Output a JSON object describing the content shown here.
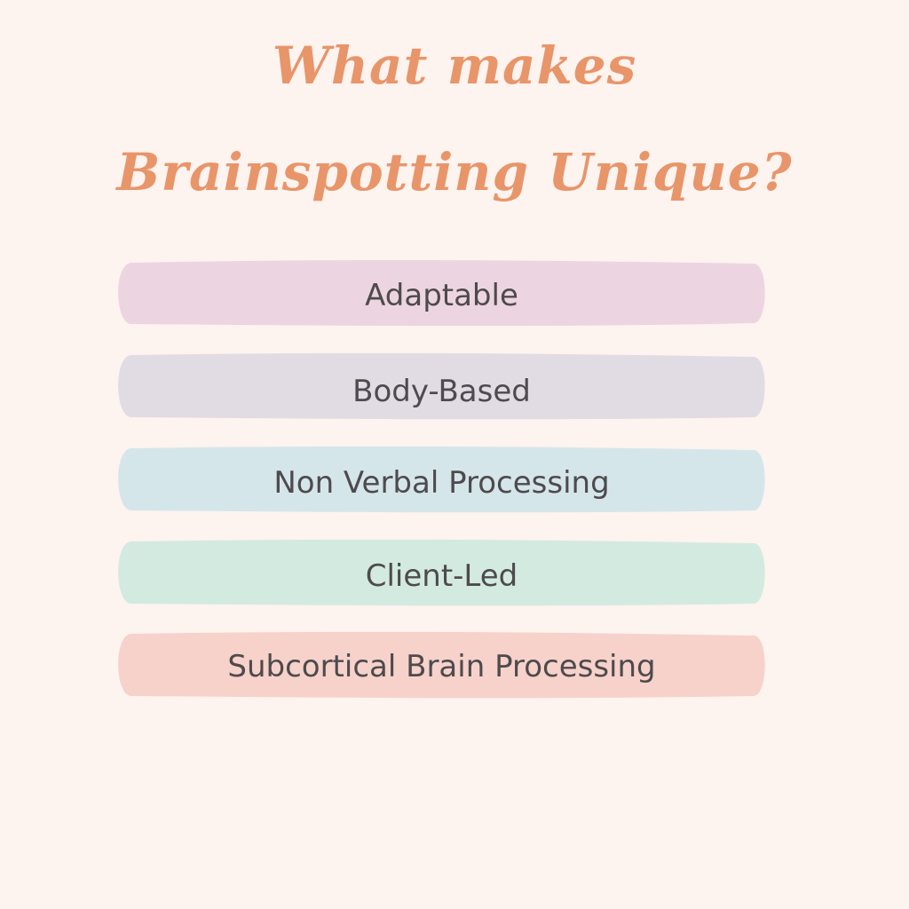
{
  "title": {
    "line1": "What makes",
    "line2": "Brainspotting Unique?"
  },
  "items": [
    {
      "label": "Adaptable",
      "color": "#ecd5e0"
    },
    {
      "label": "Body-Based",
      "color": "#e1dbe3"
    },
    {
      "label": "Non Verbal Processing",
      "color": "#d5e6ea"
    },
    {
      "label": "Client-Led",
      "color": "#d3eae1"
    },
    {
      "label": "Subcortical Brain Processing",
      "color": "#f6d2ca"
    }
  ],
  "colors": {
    "background": "#fdf3ef",
    "title": "#e8956a",
    "text": "#4e4a4d"
  }
}
